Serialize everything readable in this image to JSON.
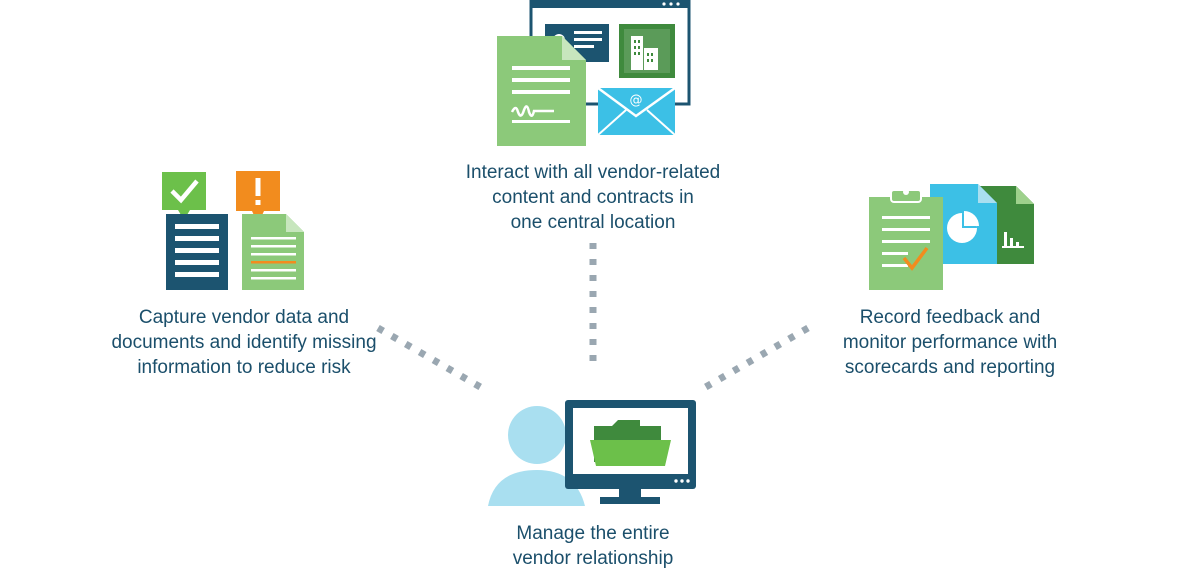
{
  "colors": {
    "navy": "#1c5470",
    "green_light": "#8cc97a",
    "green_dark": "#3f8a3d",
    "cyan": "#3cc0e6",
    "light_blue": "#a9dff0",
    "orange": "#f28c1e",
    "text": "#1b4f6b",
    "dots": "#9aa7b1"
  },
  "nodes": {
    "top": {
      "icon": "documents-contract-email-icon",
      "lines": [
        "Interact with all vendor-related",
        "content and contracts in",
        "one central location"
      ]
    },
    "left": {
      "icon": "checklist-alert-documents-icon",
      "lines": [
        "Capture vendor data and",
        "documents and identify missing",
        "information to reduce risk"
      ]
    },
    "right": {
      "icon": "clipboard-scorecard-reports-icon",
      "lines": [
        "Record feedback and",
        "monitor performance with",
        "scorecards and reporting"
      ]
    },
    "bottom": {
      "icon": "user-computer-folder-icon",
      "lines": [
        "Manage the entire",
        "vendor relationship"
      ]
    }
  }
}
